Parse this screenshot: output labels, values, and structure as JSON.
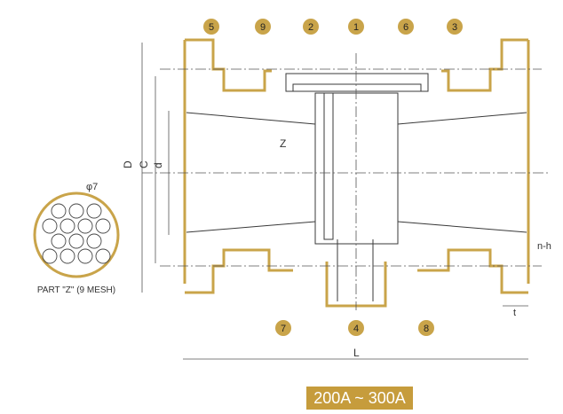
{
  "diagram": {
    "parts": [
      "1",
      "2",
      "3",
      "4",
      "5",
      "6",
      "7",
      "8",
      "9"
    ],
    "dimensions": {
      "D": "D",
      "C": "C",
      "d": "d",
      "L": "L",
      "t": "t",
      "nh": "n-h",
      "z": "Z"
    },
    "detail": {
      "diameter": "φ7",
      "caption": "PART \"Z\" (9 MESH)"
    },
    "size_range": "200A ~ 300A",
    "colors": {
      "accent": "#c9a44a",
      "badge": "#c69c3c",
      "line": "#3a3a3a"
    }
  }
}
